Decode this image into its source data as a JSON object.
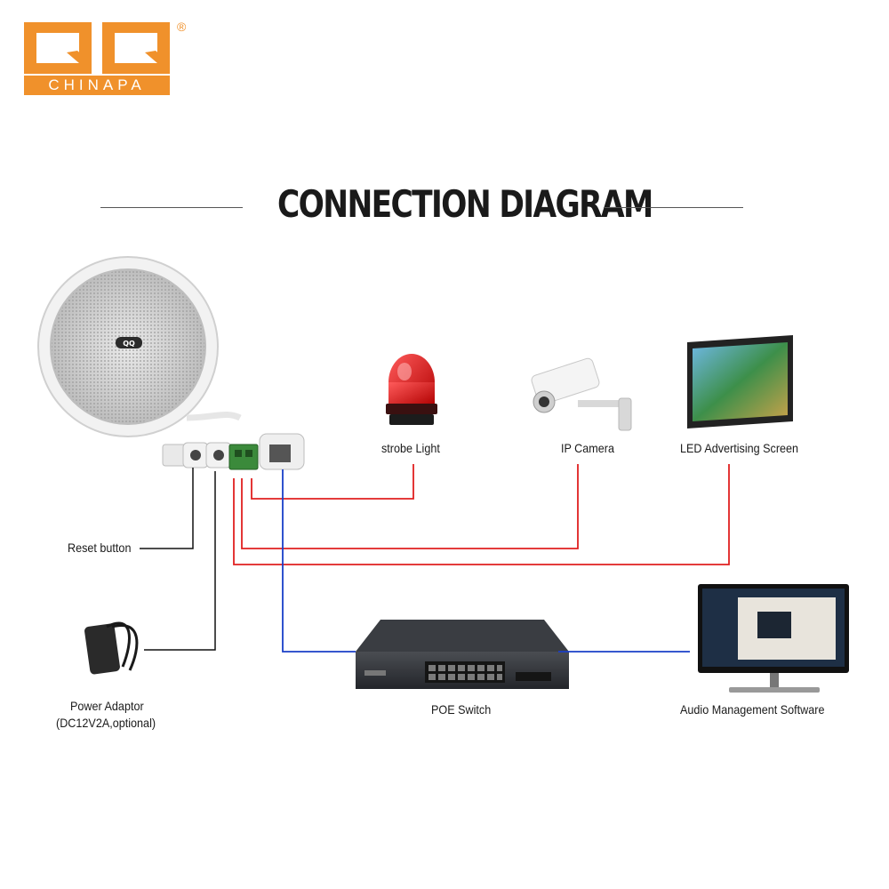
{
  "brand": {
    "logo_text": "CHINAPA",
    "registered": "®",
    "accent": "#f0912b"
  },
  "title": "CONNECTION DIAGRAM",
  "devices": {
    "reset_button": "Reset button",
    "power_adaptor": "Power Adaptor",
    "power_adaptor_note": "(DC12V2A,optional)",
    "strobe_light": "strobe Light",
    "ip_camera": "IP Camera",
    "led_screen": "LED Advertising Screen",
    "poe_switch": "POE Switch",
    "audio_software": "Audio Management Software"
  },
  "colors": {
    "signal_line": "#e02020",
    "network_line": "#1a3fc8",
    "leader_line": "#111111"
  }
}
